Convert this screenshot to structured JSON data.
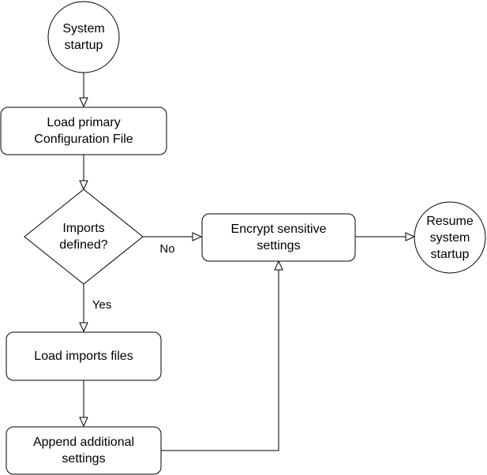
{
  "nodes": {
    "system_startup": {
      "label": "System\nstartup"
    },
    "load_primary": {
      "label": "Load primary\nConfiguration File"
    },
    "imports_defined": {
      "label": "Imports\ndefined?"
    },
    "encrypt": {
      "label": "Encrypt sensitive\nsettings"
    },
    "resume": {
      "label": "Resume\nsystem\nstartup"
    },
    "load_imports": {
      "label": "Load imports files"
    },
    "append": {
      "label": "Append additional\nsettings"
    }
  },
  "edges": {
    "no_label": "No",
    "yes_label": "Yes"
  },
  "colors": {
    "stroke": "#000000",
    "fill": "#ffffff",
    "text": "#000000"
  }
}
